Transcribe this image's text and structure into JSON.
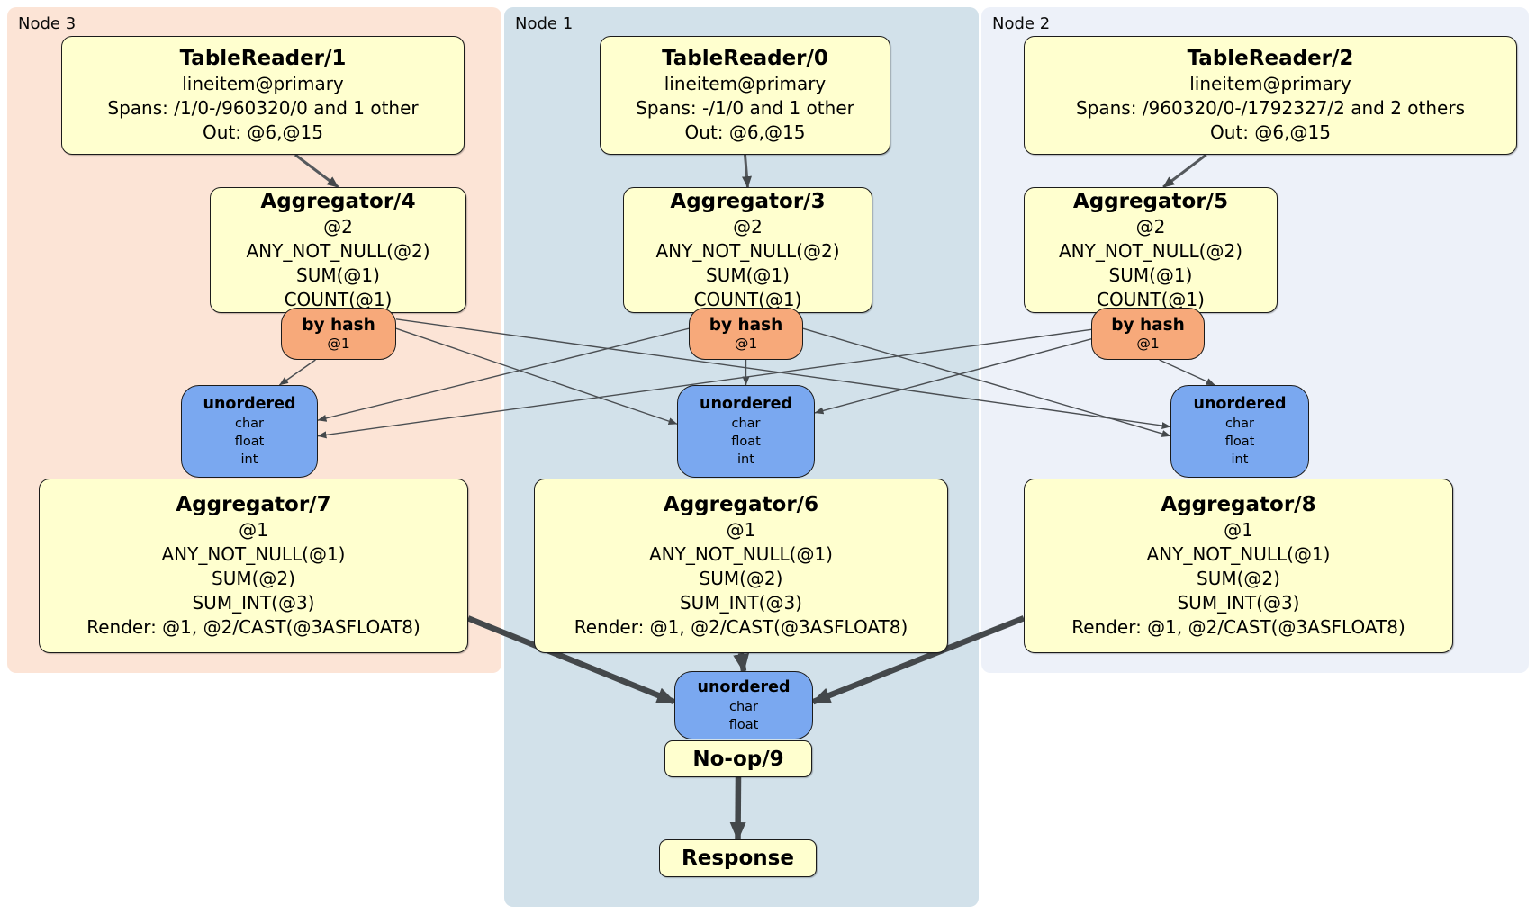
{
  "panels": [
    {
      "id": "node3",
      "label": "Node 3"
    },
    {
      "id": "node1",
      "label": "Node 1"
    },
    {
      "id": "node2",
      "label": "Node 2"
    }
  ],
  "processors": {
    "tr1": {
      "title": "TableReader/1",
      "lines": [
        "lineitem@primary",
        "Spans: /1/0-/960320/0 and 1 other",
        "Out: @6,@15"
      ]
    },
    "tr0": {
      "title": "TableReader/0",
      "lines": [
        "lineitem@primary",
        "Spans: -/1/0 and 1 other",
        "Out: @6,@15"
      ]
    },
    "tr2": {
      "title": "TableReader/2",
      "lines": [
        "lineitem@primary",
        "Spans: /960320/0-/1792327/2 and 2 others",
        "Out: @6,@15"
      ]
    },
    "agg4": {
      "title": "Aggregator/4",
      "lines": [
        "@2",
        "ANY_NOT_NULL(@2)",
        "SUM(@1)",
        "COUNT(@1)"
      ]
    },
    "agg3": {
      "title": "Aggregator/3",
      "lines": [
        "@2",
        "ANY_NOT_NULL(@2)",
        "SUM(@1)",
        "COUNT(@1)"
      ]
    },
    "agg5": {
      "title": "Aggregator/5",
      "lines": [
        "@2",
        "ANY_NOT_NULL(@2)",
        "SUM(@1)",
        "COUNT(@1)"
      ]
    },
    "agg7": {
      "title": "Aggregator/7",
      "lines": [
        "@1",
        "ANY_NOT_NULL(@1)",
        "SUM(@2)",
        "SUM_INT(@3)",
        "Render: @1, @2/CAST(@3ASFLOAT8)"
      ]
    },
    "agg6": {
      "title": "Aggregator/6",
      "lines": [
        "@1",
        "ANY_NOT_NULL(@1)",
        "SUM(@2)",
        "SUM_INT(@3)",
        "Render: @1, @2/CAST(@3ASFLOAT8)"
      ]
    },
    "agg8": {
      "title": "Aggregator/8",
      "lines": [
        "@1",
        "ANY_NOT_NULL(@1)",
        "SUM(@2)",
        "SUM_INT(@3)",
        "Render: @1, @2/CAST(@3ASFLOAT8)"
      ]
    },
    "noop": {
      "title": "No-op/9"
    },
    "response": {
      "title": "Response"
    }
  },
  "routers": {
    "r3": {
      "title": "by hash",
      "lines": [
        "@1"
      ]
    },
    "r1": {
      "title": "by hash",
      "lines": [
        "@1"
      ]
    },
    "r2": {
      "title": "by hash",
      "lines": [
        "@1"
      ]
    }
  },
  "syncs": {
    "s3": {
      "title": "unordered",
      "lines": [
        "char",
        "float",
        "int"
      ]
    },
    "s1": {
      "title": "unordered",
      "lines": [
        "char",
        "float",
        "int"
      ]
    },
    "s2": {
      "title": "unordered",
      "lines": [
        "char",
        "float",
        "int"
      ]
    },
    "sfinal": {
      "title": "unordered",
      "lines": [
        "char",
        "float"
      ]
    }
  },
  "edges": [
    {
      "from": "tr1",
      "to": "agg4",
      "type": "mid",
      "fromA": "bottom:0.58",
      "toA": "top:0.5"
    },
    {
      "from": "tr0",
      "to": "agg3",
      "type": "mid",
      "fromA": "bottom:0.5",
      "toA": "top:0.5"
    },
    {
      "from": "tr2",
      "to": "agg5",
      "type": "mid",
      "fromA": "bottom:0.37",
      "toA": "top:0.55"
    },
    {
      "from": "r3",
      "to": "s3",
      "type": "thin",
      "fromA": "bottom:0.3",
      "toA": "top:0.72"
    },
    {
      "from": "r3",
      "to": "s1",
      "type": "thin",
      "fromA": "right:0.4",
      "toA": "left:0.42"
    },
    {
      "from": "r3",
      "to": "s2",
      "type": "thin",
      "fromA": "right:0.22",
      "toA": "left:0.45"
    },
    {
      "from": "r1",
      "to": "s3",
      "type": "thin",
      "fromA": "left:0.4",
      "toA": "right:0.38"
    },
    {
      "from": "r1",
      "to": "s1",
      "type": "thin",
      "fromA": "bottom:0.5",
      "toA": "top:0.5"
    },
    {
      "from": "r1",
      "to": "s2",
      "type": "thin",
      "fromA": "right:0.4",
      "toA": "left:0.55"
    },
    {
      "from": "r2",
      "to": "s3",
      "type": "thin",
      "fromA": "left:0.42",
      "toA": "right:0.55"
    },
    {
      "from": "r2",
      "to": "s1",
      "type": "thin",
      "fromA": "left:0.6",
      "toA": "right:0.3"
    },
    {
      "from": "r2",
      "to": "s2",
      "type": "thin",
      "fromA": "bottom:0.6",
      "toA": "top:0.32"
    },
    {
      "from": "agg7",
      "to": "sfinal",
      "type": "thick",
      "fromA": "right:0.8",
      "toA": "left:0.45"
    },
    {
      "from": "agg6",
      "to": "sfinal",
      "type": "thick",
      "fromA": "bottom:0.5",
      "toA": "top:0.5"
    },
    {
      "from": "agg8",
      "to": "sfinal",
      "type": "thick",
      "fromA": "left:0.8",
      "toA": "right:0.45"
    },
    {
      "from": "noop",
      "to": "response",
      "type": "thick",
      "fromA": "bottom:0.5",
      "toA": "top:0.5"
    }
  ],
  "colors": {
    "page_bg": "#ffffff",
    "panel_node3_bg": "#fce4d6",
    "panel_node1_bg": "#d2e1ea",
    "panel_node2_bg": "#edf1f9",
    "processor_fill": "#ffffcf",
    "router_fill": "#f7a97a",
    "sync_fill": "#7aa8f0",
    "edge_thin": "#4a4e52",
    "edge_mid": "#55595d",
    "edge_thick": "#44484b"
  }
}
